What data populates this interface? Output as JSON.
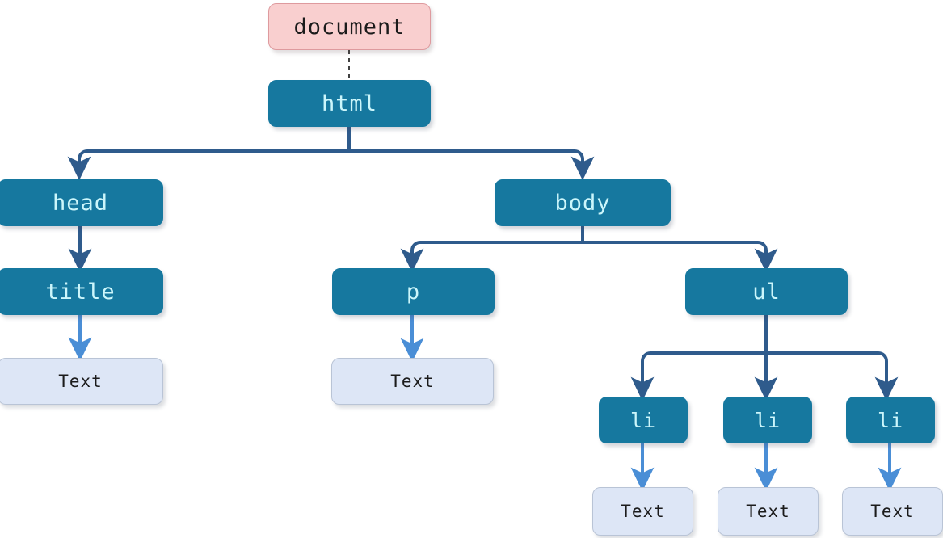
{
  "diagram": {
    "title": "DOM tree diagram",
    "background_color": "#ffffff",
    "colors": {
      "element_fill": "#16789f",
      "element_text": "#ccf6fb",
      "document_fill": "#f9cfcf",
      "document_border": "#de9a9e",
      "text_node_fill": "#dde6f6",
      "text_node_border": "#b9c4d6",
      "structure_edge": "#2f5b8c",
      "text_edge": "#4a8ed6",
      "dashed_edge": "#111111"
    }
  },
  "nodes": {
    "document": {
      "label": "document",
      "kind": "document"
    },
    "html": {
      "label": "html",
      "kind": "element"
    },
    "head": {
      "label": "head",
      "kind": "element"
    },
    "body": {
      "label": "body",
      "kind": "element"
    },
    "title": {
      "label": "title",
      "kind": "element"
    },
    "p": {
      "label": "p",
      "kind": "element"
    },
    "ul": {
      "label": "ul",
      "kind": "element"
    },
    "li1": {
      "label": "li",
      "kind": "element"
    },
    "li2": {
      "label": "li",
      "kind": "element"
    },
    "li3": {
      "label": "li",
      "kind": "element"
    },
    "text_title": {
      "label": "Text",
      "kind": "text"
    },
    "text_p": {
      "label": "Text",
      "kind": "text"
    },
    "text_li1": {
      "label": "Text",
      "kind": "text"
    },
    "text_li2": {
      "label": "Text",
      "kind": "text"
    },
    "text_li3": {
      "label": "Text",
      "kind": "text"
    }
  },
  "edges": [
    {
      "from": "document",
      "to": "html",
      "style": "dashed"
    },
    {
      "from": "html",
      "to": "head",
      "style": "solid"
    },
    {
      "from": "html",
      "to": "body",
      "style": "solid"
    },
    {
      "from": "head",
      "to": "title",
      "style": "solid"
    },
    {
      "from": "title",
      "to": "text_title",
      "style": "text"
    },
    {
      "from": "body",
      "to": "p",
      "style": "solid"
    },
    {
      "from": "body",
      "to": "ul",
      "style": "solid"
    },
    {
      "from": "p",
      "to": "text_p",
      "style": "text"
    },
    {
      "from": "ul",
      "to": "li1",
      "style": "solid"
    },
    {
      "from": "ul",
      "to": "li2",
      "style": "solid"
    },
    {
      "from": "ul",
      "to": "li3",
      "style": "solid"
    },
    {
      "from": "li1",
      "to": "text_li1",
      "style": "text"
    },
    {
      "from": "li2",
      "to": "text_li2",
      "style": "text"
    },
    {
      "from": "li3",
      "to": "text_li3",
      "style": "text"
    }
  ]
}
